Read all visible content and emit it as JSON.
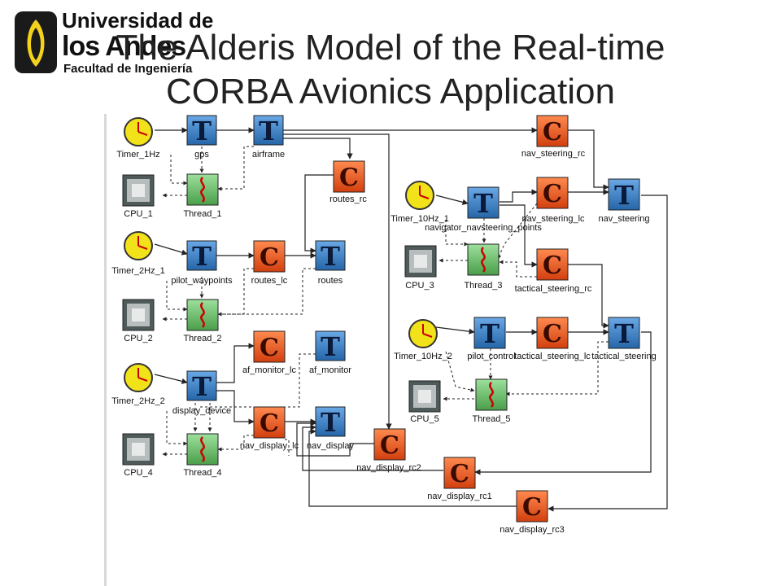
{
  "logo": {
    "line1": "Universidad de",
    "line2": "los Andes",
    "line3": "Facultad de Ingeniería"
  },
  "title": {
    "line1": "The Alderis Model of the Real-time",
    "line2": "CORBA Avionics Application"
  },
  "colors": {
    "task_blue": "#3a7fc4",
    "component_orange": "#e8541e",
    "thread_green": "#6bbf6b",
    "timer_yellow": "#f2e21a",
    "cpu_gray": "#6f7a7a"
  },
  "nodes": {
    "timer_1hz": "Timer_1Hz",
    "gps": "gps",
    "airframe": "airframe",
    "nav_steering_rc": "nav_steering_rc",
    "cpu_1": "CPU_1",
    "thread_1": "Thread_1",
    "routes_rc": "routes_rc",
    "timer_2hz_1": "Timer_2Hz_1",
    "pilot_waypoints": "pilot_waypoints",
    "routes_lc": "routes_lc",
    "routes": "routes",
    "cpu_2": "CPU_2",
    "thread_2": "Thread_2",
    "af_monitor_lc": "af_monitor_lc",
    "af_monitor": "af_monitor",
    "timer_2hz_2": "Timer_2Hz_2",
    "display_device": "display_device",
    "nav_display_lc": "nav_display_lc",
    "nav_display": "nav_display",
    "cpu_4": "CPU_4",
    "thread_4": "Thread_4",
    "nav_display_rc2": "nav_display_rc2",
    "timer_10hz_1": "Timer_10Hz_1",
    "navigator_navsteering_points": "navigator_navsteering_points",
    "nav_steering_lc": "nav_steering_lc",
    "nav_steering": "nav_steering",
    "cpu_3": "CPU_3",
    "thread_3": "Thread_3",
    "tactical_steering_rc": "tactical_steering_rc",
    "timer_10hz_2": "Timer_10Hz_2",
    "pilot_control": "pilot_control",
    "tactical_steering_lc": "tactical_steering_lc",
    "tactical_steering": "tactical_steering",
    "cpu_5": "CPU_5",
    "thread_5": "Thread_5",
    "nav_display_rc1": "nav_display_rc1",
    "nav_display_rc3": "nav_display_rc3"
  },
  "glyphs": {
    "task": "T",
    "component": "C"
  }
}
